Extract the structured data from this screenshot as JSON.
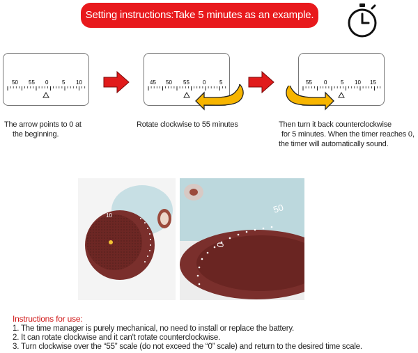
{
  "banner": {
    "text": "Setting instructions:Take 5 minutes as an example."
  },
  "icons": {
    "stopwatch": "stopwatch-icon",
    "next": "red-arrow-right-icon",
    "rotate": "curved-yellow-arrow-icon"
  },
  "colors": {
    "banner_red": "#e8191c",
    "arrow_red": "#e11b1b",
    "rotate_yellow": "#f7b500",
    "timer_brown": "#7a2f2c",
    "timer_blue": "#bdd9de"
  },
  "steps": [
    {
      "scale": [
        "50",
        "55",
        "0",
        "5",
        "10"
      ],
      "caption_lines": [
        "The arrow points to 0 at",
        "the beginning."
      ]
    },
    {
      "scale": [
        "45",
        "50",
        "55",
        "0",
        "5"
      ],
      "caption_lines": [
        "Rotate clockwise to 55 minutes"
      ]
    },
    {
      "scale": [
        "55",
        "0",
        "5",
        "10",
        "15"
      ],
      "caption_lines": [
        "Then turn it back counterclockwise",
        "for 5 minutes. When the timer reaches 0,",
        "the timer will automatically sound."
      ]
    }
  ],
  "photos": {
    "left_dial_label": "10",
    "right_dial_labels": [
      "50",
      "0"
    ]
  },
  "instructions": {
    "title": "Instructions for use:",
    "items": [
      "1. The time manager is purely mechanical, no need to install or replace the battery.",
      "2. It can rotate clockwise and it can't rotate counterclockwise.",
      "3. Turn clockwise over the “55” scale (do not exceed the “0” scale) and return to the desired time scale."
    ]
  }
}
